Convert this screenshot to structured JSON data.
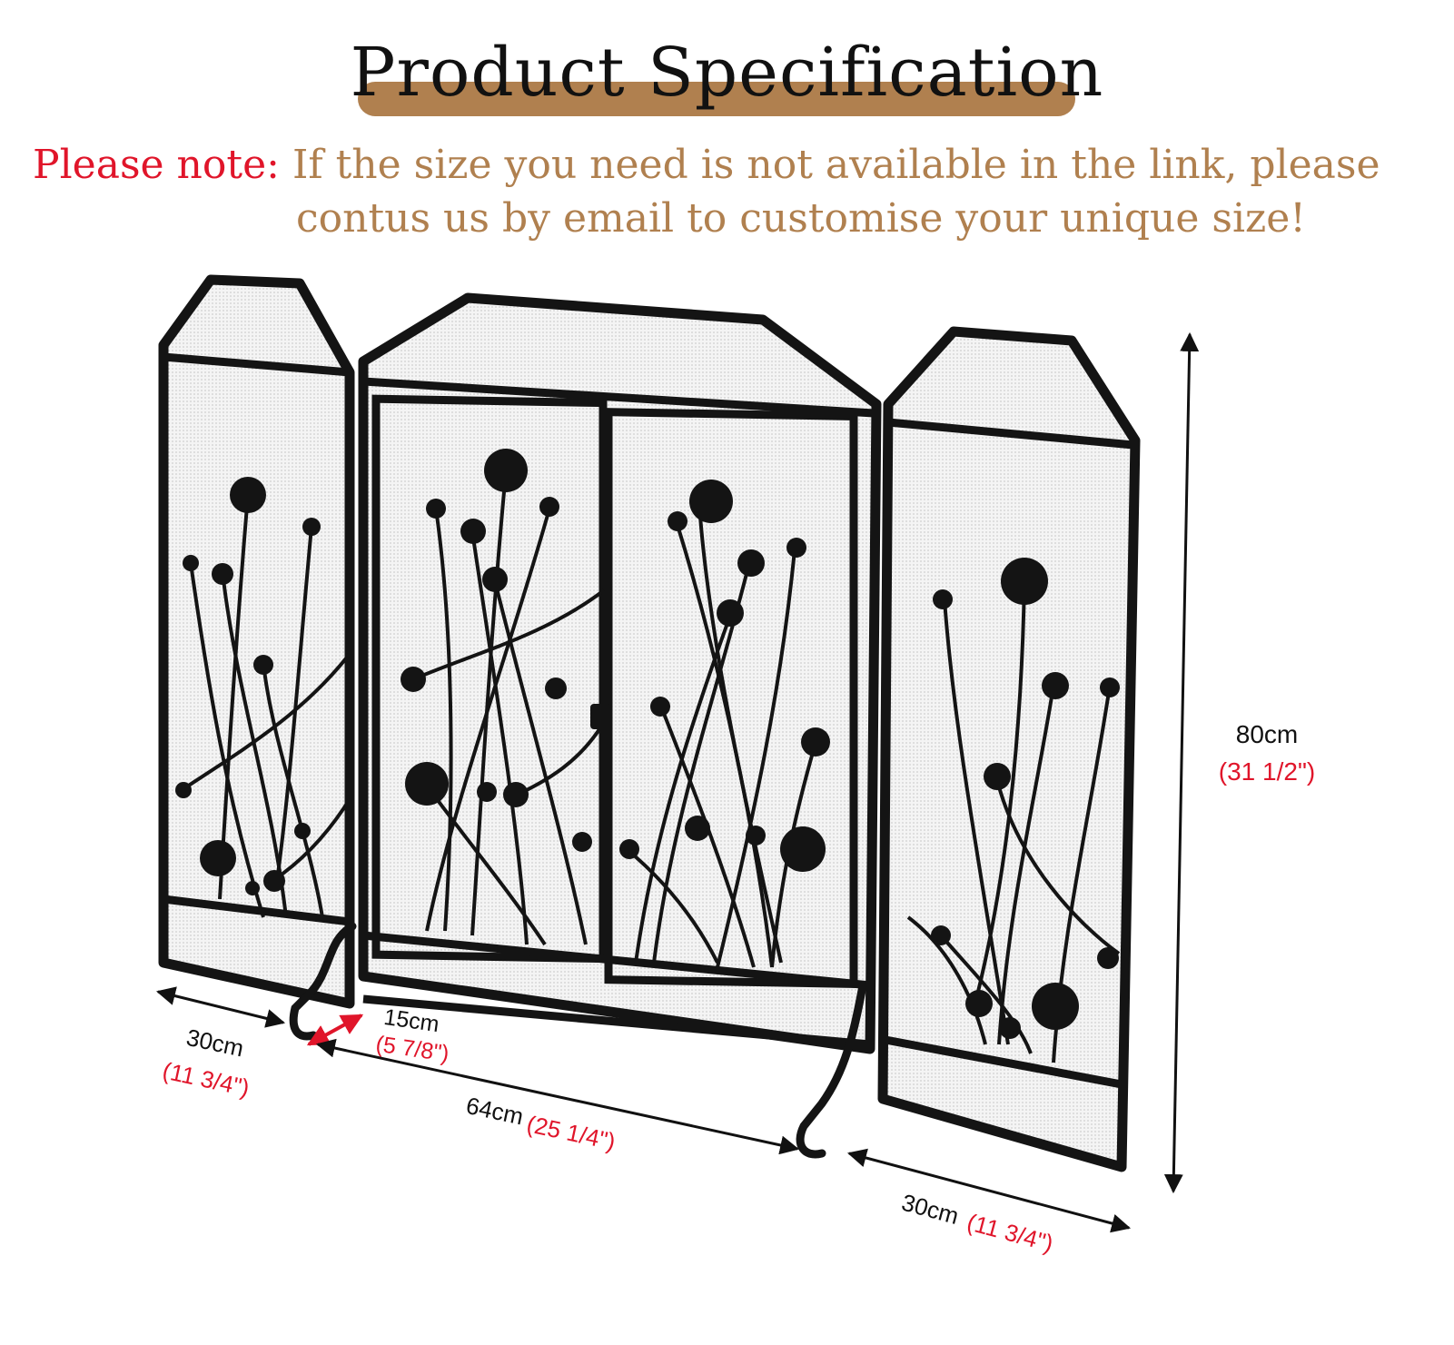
{
  "header": {
    "title": "Product Specification",
    "note_label": "Please note:",
    "note_line1": "If the size you need is not available in the link, please",
    "note_line2": "contus us by email to customise your unique size!"
  },
  "colors": {
    "accent_bar": "#b0804f",
    "note_label": "#e0152a",
    "imperial_text": "#e0152a",
    "frame": "#141414"
  },
  "dimensions": {
    "height": {
      "metric": "80cm",
      "imperial": "(31 1/2\")"
    },
    "left_panel": {
      "metric": "30cm",
      "imperial": "(11 3/4\")"
    },
    "foot_depth": {
      "metric": "15cm",
      "imperial": "(5 7/8\")"
    },
    "center_panel": {
      "metric": "64cm",
      "imperial": "(25 1/4\")"
    },
    "right_panel": {
      "metric": "30cm",
      "imperial": "(11 3/4\")"
    }
  }
}
